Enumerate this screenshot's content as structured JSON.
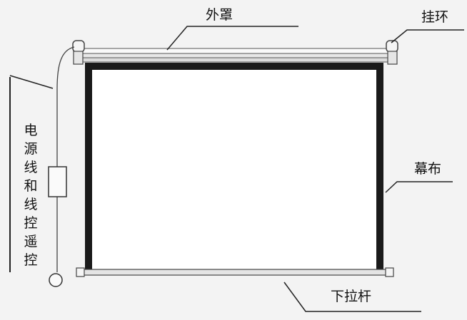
{
  "labels": {
    "housing": "外罩",
    "hanging_ring": "挂环",
    "screen_fabric": "幕布",
    "pull_bar": "下拉杆"
  },
  "power_cable_label_chars": [
    "电",
    "源",
    "线",
    "和",
    "线",
    "控",
    "遥",
    "控"
  ]
}
